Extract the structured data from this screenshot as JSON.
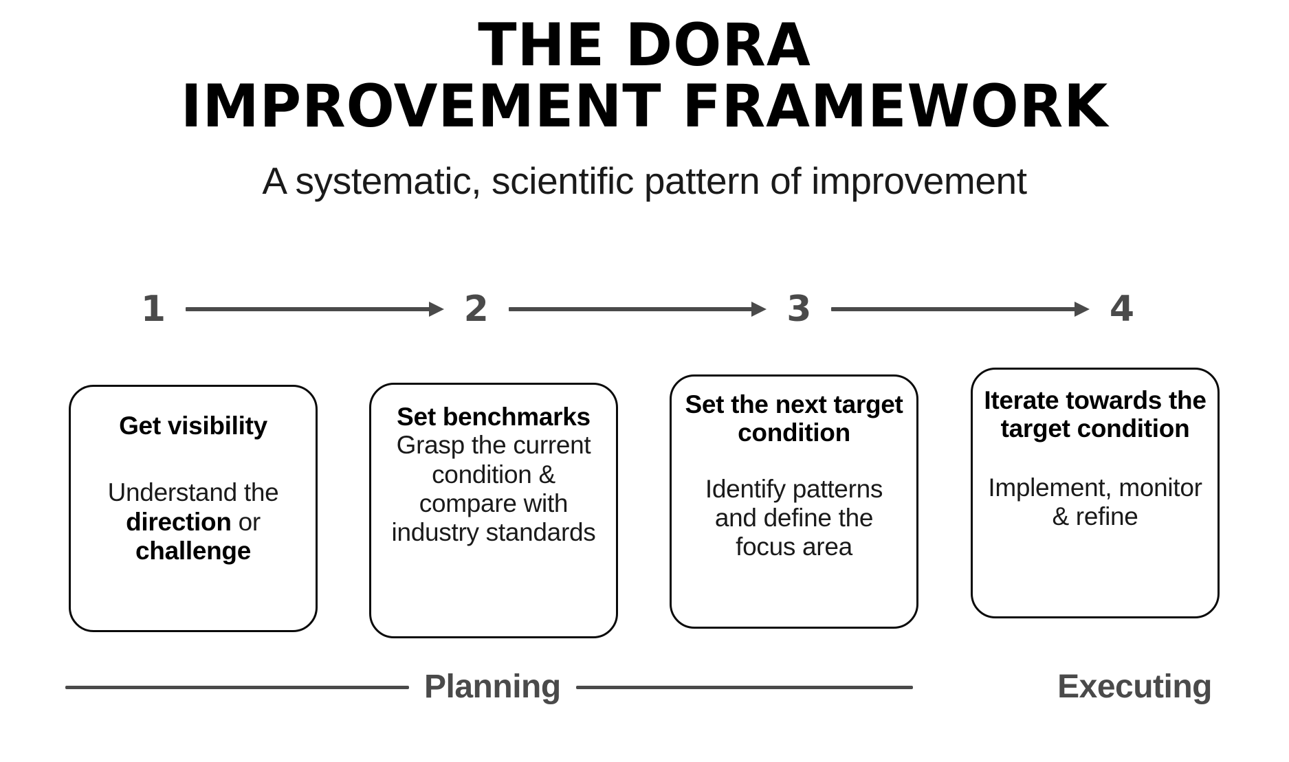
{
  "header": {
    "title_line_1": "The DORA",
    "title_line_2": "Improvement Framework",
    "subtitle": "A systematic, scientific pattern of improvement"
  },
  "steps": [
    {
      "number": "1"
    },
    {
      "number": "2"
    },
    {
      "number": "3"
    },
    {
      "number": "4"
    }
  ],
  "cards": [
    {
      "title": "Get visibility",
      "body_pre": "Understand the ",
      "body_bold_1": "direction",
      "body_mid": " or ",
      "body_bold_2": "challenge"
    },
    {
      "title": "Set benchmarks",
      "body": "Grasp the current condition & compare with industry standards"
    },
    {
      "title": "Set the next target condition",
      "body": "Identify patterns and define the focus area"
    },
    {
      "title": "Iterate towards the target condition",
      "body": "Implement, monitor & refine"
    }
  ],
  "phases": {
    "planning_label": "Planning",
    "executing_label": "Executing"
  },
  "colors": {
    "accent_gray": "#4a4a4a",
    "text_black": "#000000",
    "background": "#ffffff",
    "card_border": "#0a0a0a"
  }
}
